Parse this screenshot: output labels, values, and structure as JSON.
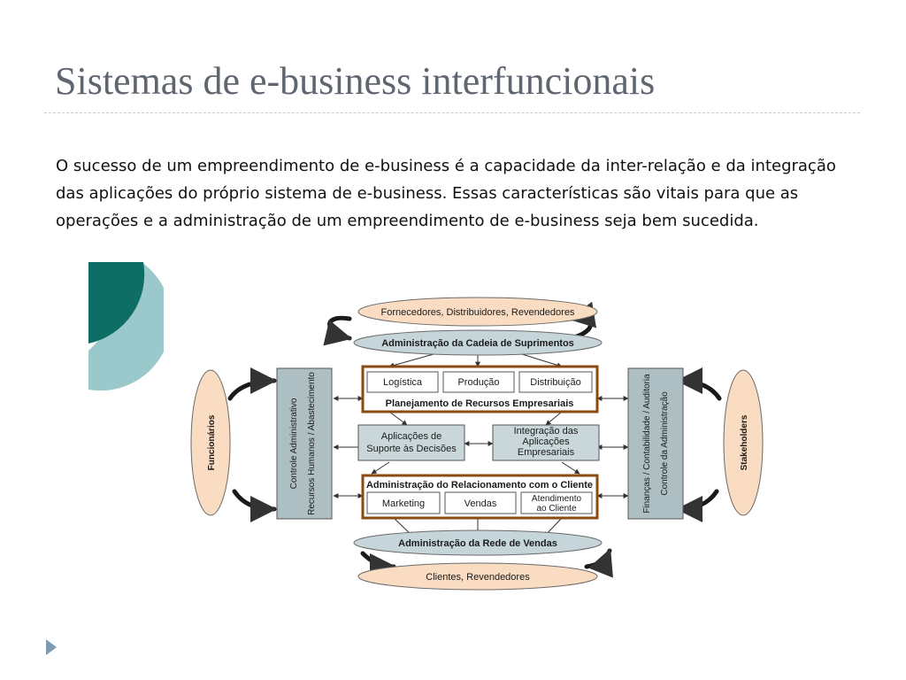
{
  "slide": {
    "title": "Sistemas de e-business interfuncionais",
    "body": "O sucesso de um empreendimento de e-business é a capacidade da inter-relação e da integração das aplicações do próprio sistema de e-business. Essas características são vitais para que as operações e a administração de um empreendimento de e-business seja bem sucedida."
  },
  "diagram": {
    "top_oval": "Fornecedores, Distribuidores, Revendedores",
    "scm": "Administração da Cadeia de Suprimentos",
    "erp_items": [
      "Logística",
      "Produção",
      "Distribuição"
    ],
    "erp": "Planejamento de Recursos Empresariais",
    "dss": [
      "Aplicações de",
      "Suporte às Decisões"
    ],
    "eai": [
      "Integração das",
      "Aplicações",
      "Empresariais"
    ],
    "crm": "Administração do Relacionamento com o Cliente",
    "crm_items": [
      "Marketing",
      "Vendas"
    ],
    "crm_service": [
      "Atendimento",
      "ao Cliente"
    ],
    "sales_network": "Administração da Rede de Vendas",
    "bottom_oval": "Clientes, Revendedores",
    "left_oval": "Funcionários",
    "left_panel": [
      "Controle Administrativo",
      "Recursos Humanos / Abastecimento"
    ],
    "right_panel": [
      "Finanças / Contabilidade / Auditoria",
      "Controle da Administração"
    ],
    "right_oval": "Stakeholders"
  },
  "colors": {
    "title": "#5f6670",
    "panel": "#c9d7da",
    "panel_dark": "#aebfc4",
    "oval_peach": "#f9dcc1",
    "oval_blue": "#c6d5da",
    "erp_frame": "#8b4a12",
    "deco_teal": "#0e6e66",
    "deco_light": "#9bc9cb",
    "bullet": "#7f9bb0"
  }
}
